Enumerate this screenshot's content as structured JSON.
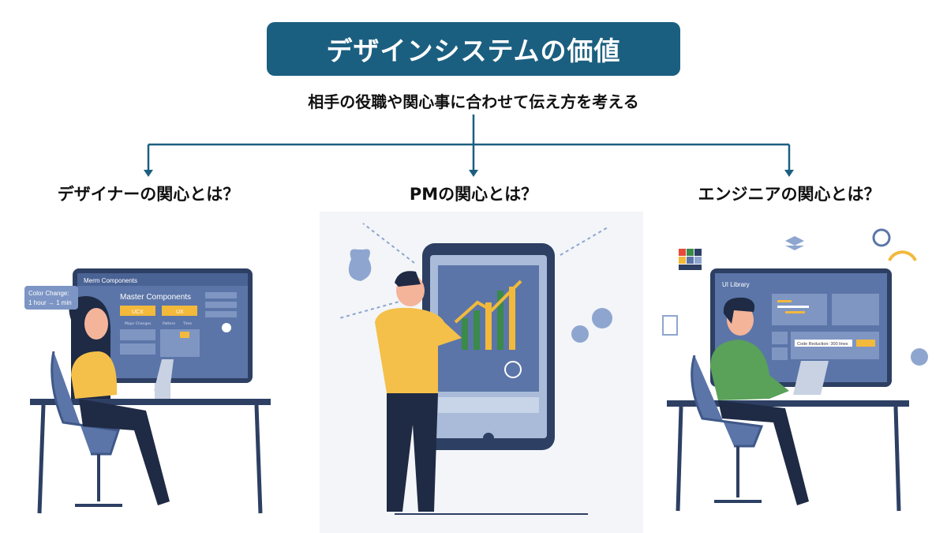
{
  "title": "デザインシステムの価値",
  "subtitle": "相手の役職や関心事に合わせて伝え方を考える",
  "columns": [
    {
      "heading": "デザイナーの関心とは？",
      "screen": {
        "app_title": "Merm Components",
        "heading": "Master Components",
        "buttons": [
          "UCX",
          "UX"
        ],
        "captions": [
          "Major Changes",
          "Pattern",
          "Time"
        ]
      },
      "callout": {
        "line1": "Color Change:",
        "line2": "1 hour → 1 min"
      }
    },
    {
      "heading": "PMの関心とは？"
    },
    {
      "heading": "エンジニアの関心とは？",
      "screen": {
        "app_title": "UI Library",
        "badge": "Code Reduction: 300 lines"
      }
    }
  ],
  "colors": {
    "primary": "#1b5f80",
    "screen": "#5b75a8",
    "accent": "#f2b93b",
    "shirt_designer": "#f4c04a",
    "hoodie": "#5aa15a"
  }
}
